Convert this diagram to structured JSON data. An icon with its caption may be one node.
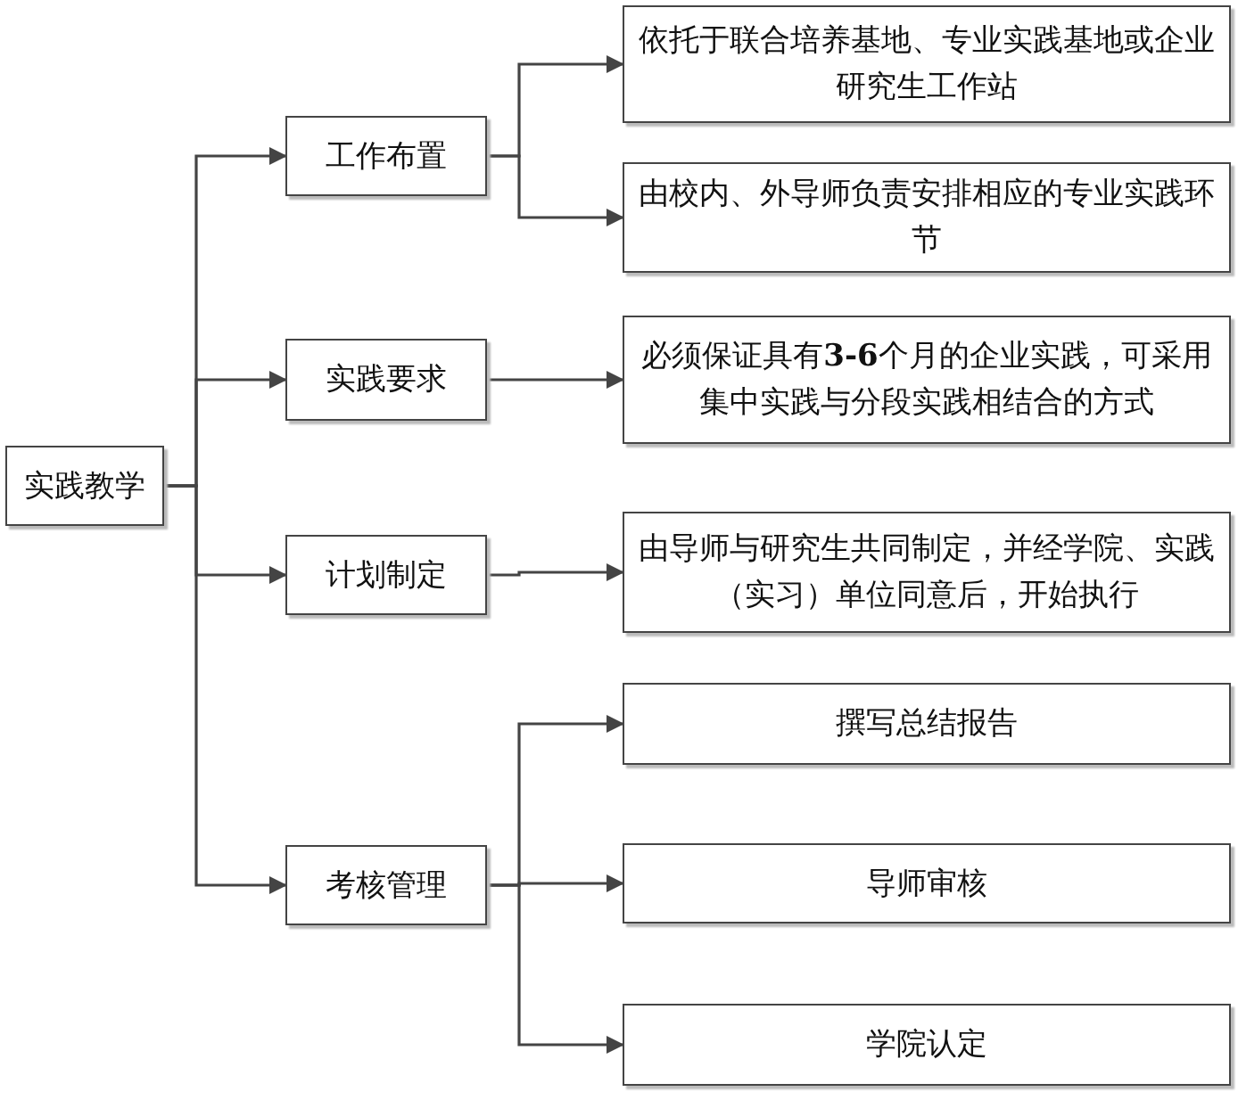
{
  "diagram": {
    "nodes": [
      {
        "text": [
          "实践教学"
        ]
      },
      {
        "text": [
          "工作布置"
        ]
      },
      {
        "text": [
          "实践要求"
        ]
      },
      {
        "text": [
          "计划制定"
        ]
      },
      {
        "text": [
          "考核管理"
        ]
      },
      {
        "text": [
          "依托于联合培养基地、专业实践基地或企业研究生工作站"
        ]
      },
      {
        "text": [
          "由校内、外导师负责安排相应的专业实践环节"
        ]
      },
      {
        "text": [
          "必须保证具有**3-6**个月的企业实践，可采用集中实践与分段实践相结合的方式"
        ]
      },
      {
        "text": [
          "由导师与研究生共同制定，并经学院、实践（实习）单位同意后，开始执行"
        ]
      },
      {
        "text": [
          "撰写总结报告"
        ]
      },
      {
        "text": [
          "导师审核"
        ]
      },
      {
        "text": [
          "学院认定"
        ]
      }
    ],
    "edges": [
      {
        "from": 0,
        "to": 1,
        "arrow": "to"
      },
      {
        "from": 0,
        "to": 2,
        "arrow": "to"
      },
      {
        "from": 0,
        "to": 3,
        "arrow": "to"
      },
      {
        "from": 0,
        "to": 4,
        "arrow": "to"
      },
      {
        "from": 1,
        "to": 5,
        "arrow": "to"
      },
      {
        "from": 1,
        "to": 6,
        "arrow": "to"
      },
      {
        "from": 2,
        "to": 7,
        "arrow": "to"
      },
      {
        "from": 3,
        "to": 8,
        "arrow": "to"
      },
      {
        "from": 4,
        "to": 9,
        "arrow": "to"
      },
      {
        "from": 4,
        "to": 10,
        "arrow": "to"
      },
      {
        "from": 4,
        "to": 11,
        "arrow": "to"
      }
    ]
  }
}
